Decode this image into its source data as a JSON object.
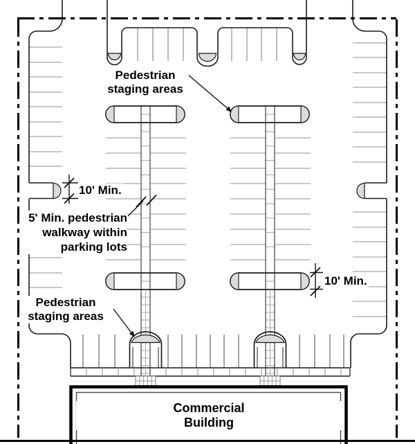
{
  "labels": {
    "staging_top": [
      "Pedestrian",
      "staging areas"
    ],
    "staging_bottom": [
      "Pedestrian",
      "staging areas"
    ],
    "walkway": [
      "5' Min. pedestrian",
      "walkway within",
      "parking lots"
    ],
    "dim_left": "10' Min.",
    "dim_right": "10' Min.",
    "building": [
      "Commercial",
      "Building"
    ]
  },
  "colors": {
    "line": "#1a1a1a",
    "stall_line": "#b5b5b5",
    "row_line": "#8f8f8f",
    "rung": "#a8a8a8",
    "hatch_bg": "#f0f0f0",
    "hatch_dot": "#808080",
    "background": "#ffffff"
  }
}
